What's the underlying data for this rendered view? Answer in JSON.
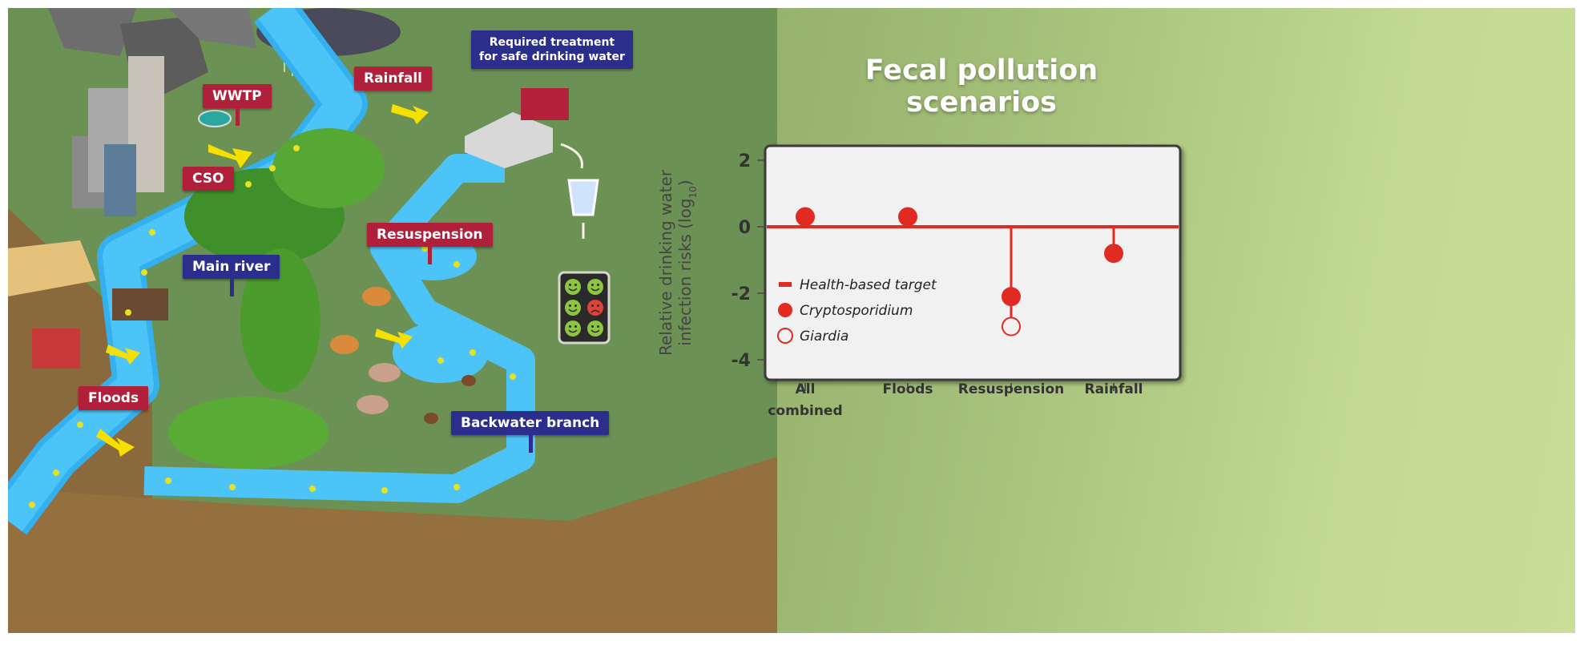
{
  "illustration": {
    "labels": {
      "wwtp": "WWTP",
      "cso": "CSO",
      "rainfall": "Rainfall",
      "treatment_line1": "Required treatment",
      "treatment_line2": "for safe drinking water",
      "resuspension": "Resuspension",
      "main_river": "Main river",
      "floods": "Floods",
      "backwater_branch": "Backwater branch"
    },
    "colors": {
      "red_tag": "#b0203a",
      "blue_tag": "#2b2e8c",
      "river": "#3cb4f0",
      "arrow": "#f5e000"
    },
    "health_panel": {
      "faces": [
        "happy",
        "happy",
        "happy",
        "sad",
        "happy",
        "happy"
      ]
    }
  },
  "chart_data": {
    "type": "scatter",
    "title": "Fecal pollution scenarios",
    "xlabel": "",
    "ylabel_line1": "Relative drinking water",
    "ylabel_line2": "infection risks (log",
    "ylabel_subscript": "10",
    "ylabel_suffix": ")",
    "ylim": [
      -5,
      2.8
    ],
    "yticks": [
      2,
      0,
      -2,
      -4
    ],
    "ytick_labels": [
      "2",
      "0",
      "-2",
      "-4"
    ],
    "categories": [
      "All combined",
      "Floods",
      "Resuspension",
      "Rainfall"
    ],
    "category_lines": [
      [
        "All",
        "combined"
      ],
      [
        "Floods"
      ],
      [
        "Resuspension"
      ],
      [
        "Rainfall"
      ]
    ],
    "reference_line": {
      "name": "Health-based target",
      "y": 0
    },
    "series": [
      {
        "name": "Cryptosporidium",
        "marker": "filled-circle",
        "values": [
          0.3,
          0.3,
          -2.1,
          -0.8
        ]
      },
      {
        "name": "Giardia",
        "marker": "open-circle",
        "values": [
          null,
          null,
          -3.0,
          null
        ]
      }
    ],
    "legend": {
      "position": "lower-left",
      "entries": [
        "Health-based target",
        "Cryptosporidium",
        "Giardia"
      ]
    },
    "grid": false,
    "color": "#e02a22"
  }
}
